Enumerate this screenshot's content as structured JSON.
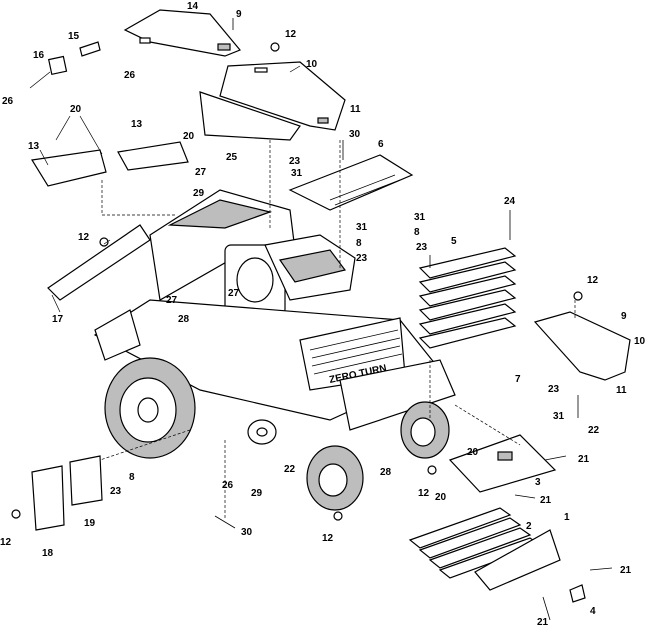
{
  "diagram": {
    "callouts": [
      {
        "id": "c14a",
        "text": "14"
      },
      {
        "id": "c9a",
        "text": "9"
      },
      {
        "id": "c12a",
        "text": "12"
      },
      {
        "id": "c15",
        "text": "15"
      },
      {
        "id": "c16",
        "text": "16"
      },
      {
        "id": "c26a",
        "text": "26"
      },
      {
        "id": "c26b",
        "text": "26"
      },
      {
        "id": "c10a",
        "text": "10"
      },
      {
        "id": "c20a",
        "text": "20"
      },
      {
        "id": "c11a",
        "text": "11"
      },
      {
        "id": "c13a",
        "text": "13"
      },
      {
        "id": "c13b",
        "text": "13"
      },
      {
        "id": "c20b",
        "text": "20"
      },
      {
        "id": "c30a",
        "text": "30"
      },
      {
        "id": "c6",
        "text": "6"
      },
      {
        "id": "c25",
        "text": "25"
      },
      {
        "id": "c23a",
        "text": "23"
      },
      {
        "id": "c27a",
        "text": "27"
      },
      {
        "id": "c31a",
        "text": "31"
      },
      {
        "id": "c29a",
        "text": "29"
      },
      {
        "id": "c24",
        "text": "24"
      },
      {
        "id": "c31b",
        "text": "31"
      },
      {
        "id": "c31c",
        "text": "31"
      },
      {
        "id": "c8a",
        "text": "8"
      },
      {
        "id": "c8b",
        "text": "8"
      },
      {
        "id": "c23b",
        "text": "23"
      },
      {
        "id": "c23c",
        "text": "23"
      },
      {
        "id": "c12b",
        "text": "12"
      },
      {
        "id": "c5",
        "text": "5"
      },
      {
        "id": "c17",
        "text": "17"
      },
      {
        "id": "c27b",
        "text": "27"
      },
      {
        "id": "c27c",
        "text": "27"
      },
      {
        "id": "c28a",
        "text": "28"
      },
      {
        "id": "c12c",
        "text": "12"
      },
      {
        "id": "c9b",
        "text": "9"
      },
      {
        "id": "c10b",
        "text": "10"
      },
      {
        "id": "c7",
        "text": "7"
      },
      {
        "id": "c23d",
        "text": "23"
      },
      {
        "id": "c11b",
        "text": "11"
      },
      {
        "id": "c31d",
        "text": "31"
      },
      {
        "id": "c22a",
        "text": "22"
      },
      {
        "id": "c20c",
        "text": "20"
      },
      {
        "id": "c21a",
        "text": "21"
      },
      {
        "id": "c3",
        "text": "3"
      },
      {
        "id": "c28b",
        "text": "28"
      },
      {
        "id": "c12d",
        "text": "12"
      },
      {
        "id": "c20d",
        "text": "20"
      },
      {
        "id": "c21b",
        "text": "21"
      },
      {
        "id": "c8c",
        "text": "8"
      },
      {
        "id": "c23e",
        "text": "23"
      },
      {
        "id": "c26c",
        "text": "26"
      },
      {
        "id": "c29b",
        "text": "29"
      },
      {
        "id": "c22b",
        "text": "22"
      },
      {
        "id": "c19",
        "text": "19"
      },
      {
        "id": "c18",
        "text": "18"
      },
      {
        "id": "c12e",
        "text": "12"
      },
      {
        "id": "c30b",
        "text": "30"
      },
      {
        "id": "c12f",
        "text": "12"
      },
      {
        "id": "c1",
        "text": "1"
      },
      {
        "id": "c2",
        "text": "2"
      },
      {
        "id": "c21c",
        "text": "21"
      },
      {
        "id": "c21d",
        "text": "21"
      },
      {
        "id": "c4",
        "text": "4"
      }
    ],
    "decal_text": "ZERO TURN",
    "colors": {
      "ink": "#000000",
      "paper": "#ffffff",
      "shade": "#bdbdbd"
    }
  }
}
